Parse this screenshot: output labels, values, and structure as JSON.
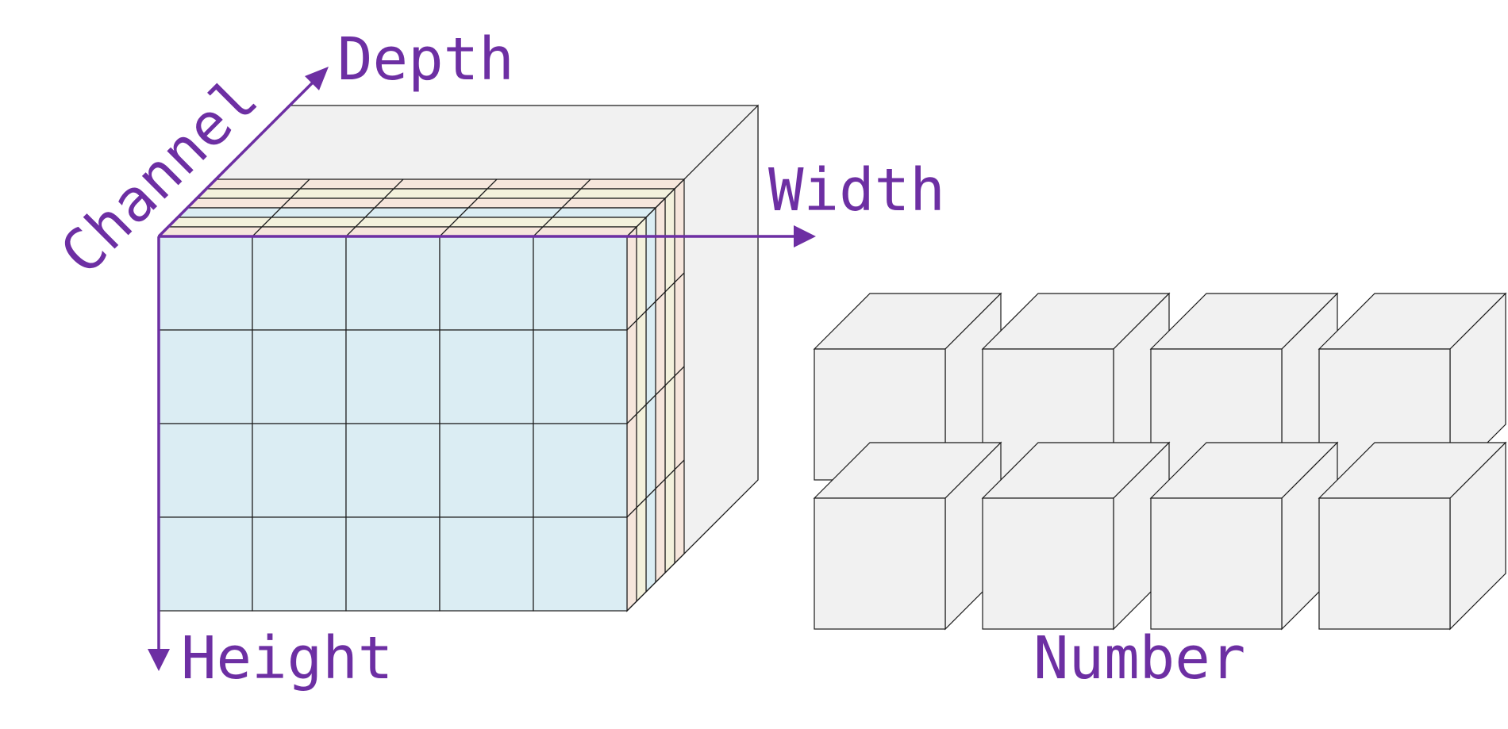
{
  "labels": {
    "depth": "Depth",
    "channel": "Channel",
    "width": "Width",
    "height": "Height",
    "number": "Number"
  },
  "tensor": {
    "rows": 4,
    "cols": 5,
    "channel_layers": 7,
    "channel_colors": [
      "#dbedf3",
      "#f6e6dc",
      "#f3f1dc",
      "#dbedf3",
      "#f6e6dc",
      "#f3f1dc",
      "#f6e6dc"
    ],
    "depth_box_color": "#f1f1f1"
  },
  "batch": {
    "rows": 2,
    "cols": 4,
    "cube_color": "#f1f1f1"
  },
  "colors": {
    "axis": "#6d2fa3",
    "stroke": "#1a1a1a"
  }
}
